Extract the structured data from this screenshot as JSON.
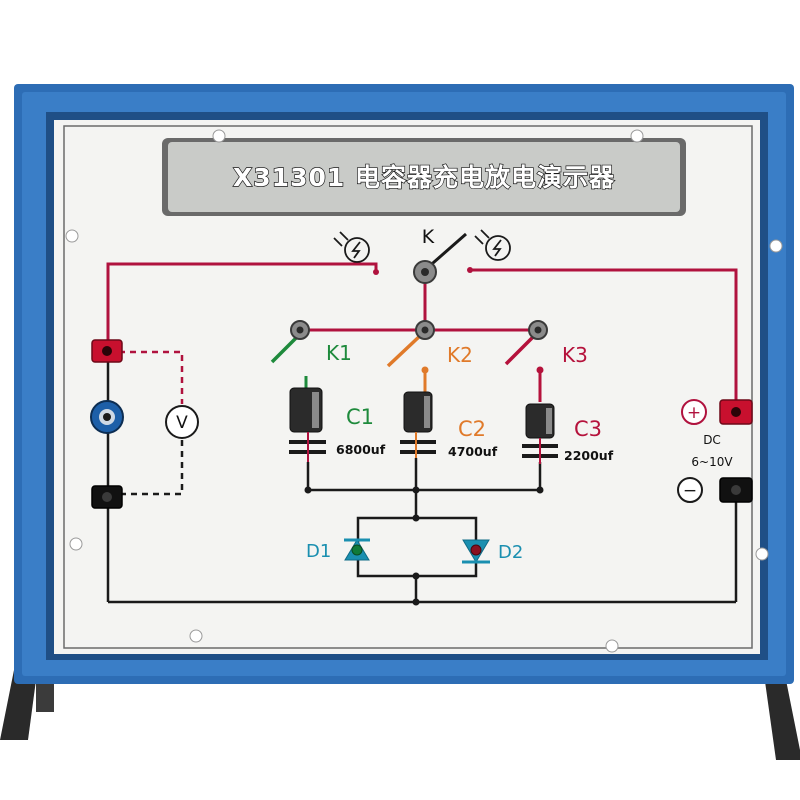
{
  "panel": {
    "title": "X31301  电容器充电放电演示器"
  },
  "switches": {
    "main": "K",
    "k1": "K1",
    "k2": "K2",
    "k3": "K3"
  },
  "capacitors": [
    {
      "label": "C1",
      "value": "6800uf"
    },
    {
      "label": "C2",
      "value": "4700uf"
    },
    {
      "label": "C3",
      "value": "2200uf"
    }
  ],
  "diodes": {
    "d1": "D1",
    "d2": "D2"
  },
  "power": {
    "plus": "+",
    "minus": "−",
    "type": "DC",
    "range": "6~10V"
  },
  "meter": {
    "symbol": "V"
  },
  "colors": {
    "frame_blue": "#2e6fb8",
    "wire_red": "#b0123e",
    "wire_black": "#1a1a1a",
    "k1_green": "#1e8a3c",
    "k2_orange": "#e07a2a",
    "diode_teal": "#1a8fb0"
  }
}
